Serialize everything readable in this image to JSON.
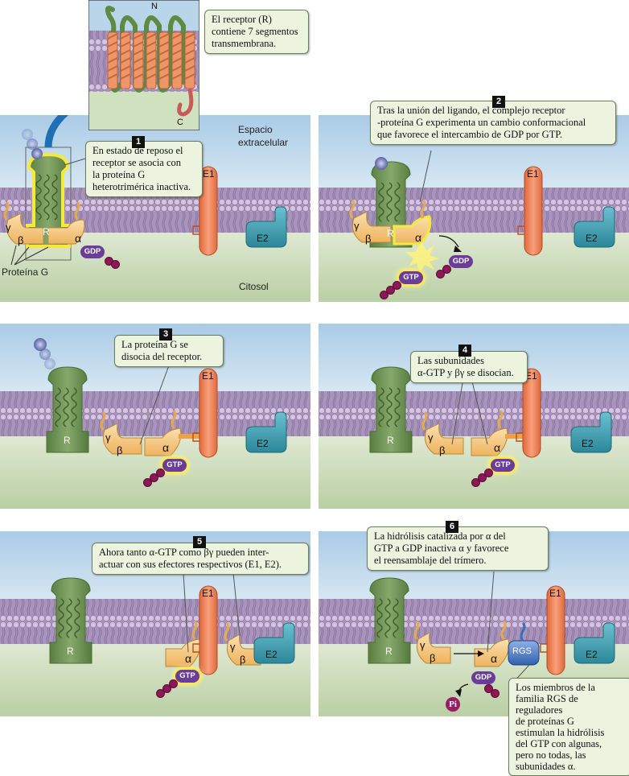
{
  "inset": {
    "n_terminus": "N",
    "c_terminus": "C",
    "callout": "El receptor (R)\ncontiene 7 segmentos\ntransmembrana."
  },
  "labels": {
    "extracellular": "Espacio\nextracelular",
    "cytosol": "Citosol",
    "g_protein": "Proteína G",
    "receptor": "R",
    "alpha": "α",
    "beta": "β",
    "gamma": "γ",
    "e1": "E1",
    "e2": "E2",
    "gdp": "GDP",
    "gtp": "GTP",
    "rgs": "RGS",
    "pi": "Pi"
  },
  "steps": [
    {
      "number": "1",
      "text": "En estado de reposo el\nreceptor se asocia con\nla proteína G\nheterotrimérica inactiva."
    },
    {
      "number": "2",
      "text": "Tras la unión del ligando, el complejo receptor\n-proteína G experimenta un cambio conformacional\nque favorece el intercambio de GDP por GTP."
    },
    {
      "number": "3",
      "text": "La proteína G se\ndisocia del receptor."
    },
    {
      "number": "4",
      "text": "Las subunidades\nα-GTP y βγ se disocian."
    },
    {
      "number": "5",
      "text": "Ahora tanto α-GTP como βγ pueden inter-\nactuar con sus efectores respectivos (E1, E2)."
    },
    {
      "number": "6",
      "text": "La hidrólisis catalizada por α del\nGTP a GDP inactiva α y favorece\nel reensamblaje del trímero."
    }
  ],
  "rgs_note": "Los miembros de la\nfamilia RGS de reguladores\nde proteínas G\nestimulan la hidrólisis\ndel GTP con algunas,\npero no todas, las\nsubunidades α.",
  "colors": {
    "extracellular": "#a9cbe6",
    "cytosol": "#c6d8b4",
    "membrane": "#b7a7c6",
    "head": "#c9b5d8",
    "receptor": "#6f9455",
    "g_protein": "#f4c077",
    "effector_e1": "#ef8a5c",
    "effector_e2": "#3a9fb1",
    "nucleotide": "#6b3d98",
    "rgs": "#3f6ebf"
  }
}
